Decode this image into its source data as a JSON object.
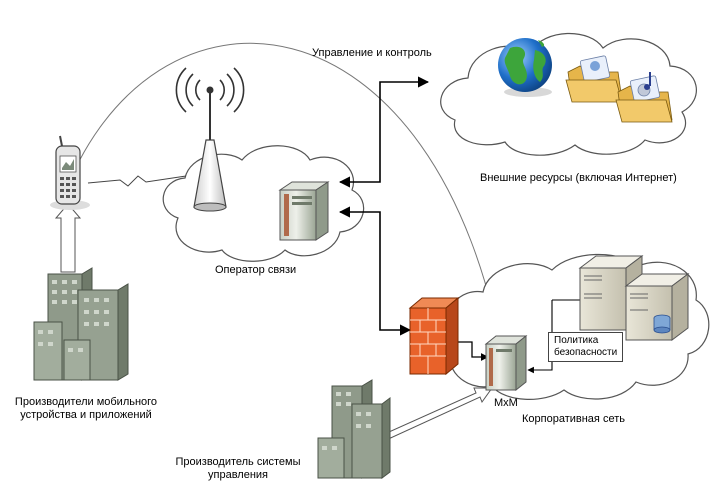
{
  "labels": {
    "control": "Управление и контроль",
    "external": "Внешние ресурсы (включая Интернет)",
    "operator": "Оператор связи",
    "producers_line1": "Производители мобильного",
    "producers_line2": "устройства и приложений",
    "corporate": "Корпоративная сеть",
    "mxm": "MxM",
    "policy_line1": "Политика",
    "policy_line2": "безопасности",
    "sys_producer_line1": "Производитель системы",
    "sys_producer_line2": "управления"
  },
  "icons": {
    "phone": "mobile-phone-icon",
    "tower": "radio-tower-icon",
    "operator_server": "server-icon",
    "globe": "globe-icon",
    "folder_people": "folder-people-icon",
    "folder_music": "folder-music-icon",
    "firewall": "firewall-icon",
    "mxm_server": "server-icon",
    "db_server": "database-server-icon",
    "buildings": "office-buildings-icon"
  },
  "colors": {
    "cloud_stroke": "#555555",
    "building": "#8f9a8a",
    "firewall": "#e8622a",
    "server": "#9aa594",
    "globe_blue": "#1f6fc9",
    "globe_green": "#3da53b",
    "folder": "#f2c96a"
  }
}
